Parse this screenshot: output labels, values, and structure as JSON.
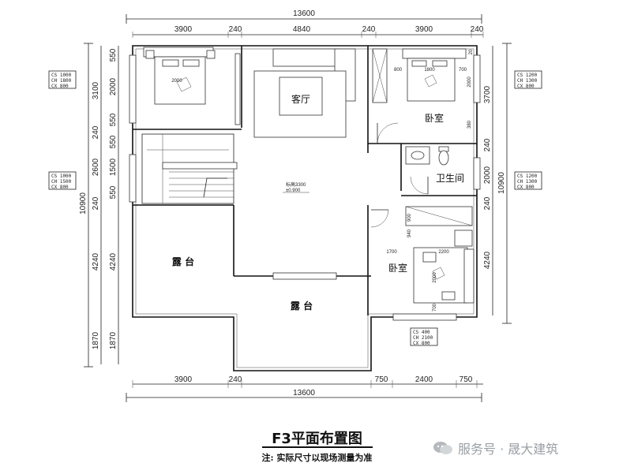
{
  "dims": {
    "top_total": "13600",
    "top_segments": [
      "3900",
      "240",
      "4840",
      "240",
      "3900",
      "240"
    ],
    "bottom_total": "13600",
    "bottom_segments": [
      "3900",
      "240",
      "750",
      "2400",
      "750"
    ],
    "left_total": "10900",
    "left_outer": [
      "3100",
      "240",
      "2600",
      "240",
      "4240",
      "1870"
    ],
    "left_inner": [
      "550",
      "2000",
      "550",
      "550",
      "1500",
      "550",
      "4240",
      "1870"
    ],
    "right_total": "10900",
    "right_outer": [
      "3700",
      "240",
      "2000",
      "240",
      "4240"
    ]
  },
  "rooms": {
    "living": "客厅",
    "bedroom_ne": "卧室",
    "bathroom": "卫生间",
    "bedroom_se": "卧室",
    "terrace_w": "露 台",
    "terrace_s": "露 台"
  },
  "level": {
    "line1": "标高3300",
    "line2": "±0.900"
  },
  "furniture_dims": {
    "bed_nw": "2000",
    "bed_ne_w": "1800",
    "bed_ne_a": "800",
    "bed_ne_b": "700",
    "bed_ne_len": "2000",
    "ne_side": "380",
    "ne_small": "20",
    "se_a": "900",
    "se_b": "940",
    "se_c": "1700",
    "se_w": "2200",
    "se_len": "2000",
    "se_d": "700"
  },
  "window_tags": {
    "left_upper": [
      "CS  1000",
      "CH  1800",
      "CX 800"
    ],
    "left_lower": [
      "CS  1000",
      "CH  1500",
      "CX 800"
    ],
    "right_upper": [
      "CS  1200",
      "CH  1300",
      "CX 800"
    ],
    "right_lower": [
      "CS  1200",
      "CH  1300",
      "CX 800"
    ],
    "bottom": [
      "CS  400",
      "CH  2100",
      "CX 800"
    ]
  },
  "title": "F3平面布置图",
  "note": "注: 实际尺寸以现场测量为准",
  "watermark": "服务号 · 晟大建筑"
}
